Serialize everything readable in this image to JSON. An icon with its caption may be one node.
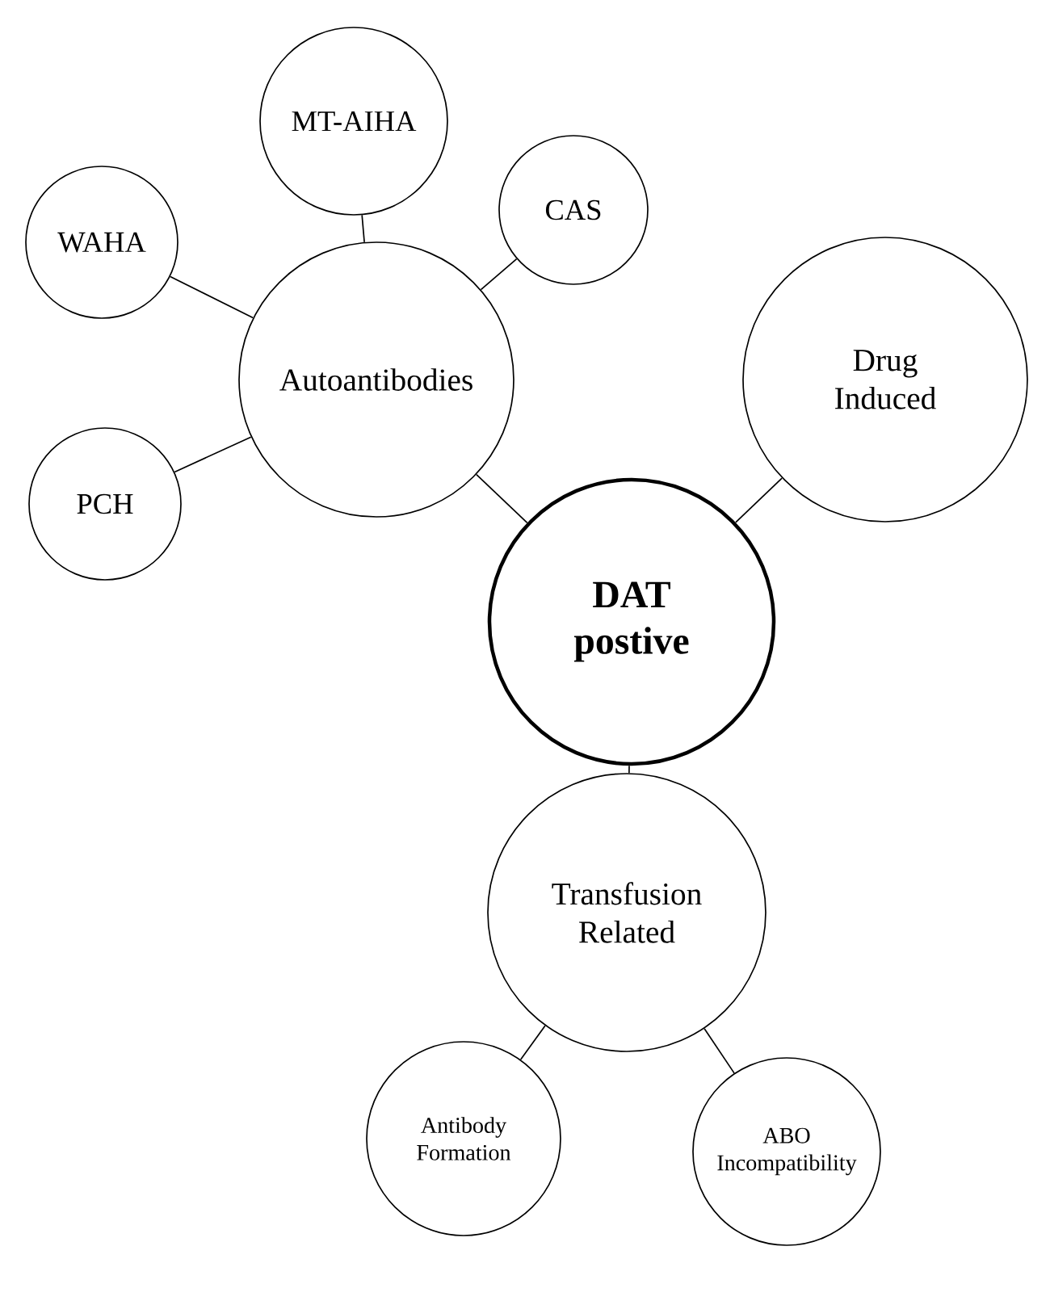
{
  "diagram": {
    "nodes": [
      {
        "text": [
          "MT-AIHA"
        ]
      },
      {
        "text": [
          "WAHA"
        ]
      },
      {
        "text": [
          "CAS"
        ]
      },
      {
        "text": [
          "Autoantibodies"
        ]
      },
      {
        "text": [
          "Drug Induced"
        ]
      },
      {
        "text": [
          "PCH"
        ]
      },
      {
        "text": [
          "DAT postive"
        ]
      },
      {
        "text": [
          "Transfusion Related"
        ]
      },
      {
        "text": [
          "Antibody Formation"
        ]
      },
      {
        "text": [
          "ABO Incompatibility"
        ]
      }
    ],
    "edges": [
      {
        "from": 0,
        "to": 3,
        "arrow": "none"
      },
      {
        "from": 1,
        "to": 3,
        "arrow": "none"
      },
      {
        "from": 2,
        "to": 3,
        "arrow": "none"
      },
      {
        "from": 5,
        "to": 3,
        "arrow": "none"
      },
      {
        "from": 3,
        "to": 6,
        "arrow": "none"
      },
      {
        "from": 4,
        "to": 6,
        "arrow": "none"
      },
      {
        "from": 6,
        "to": 7,
        "arrow": "none"
      },
      {
        "from": 7,
        "to": 8,
        "arrow": "none"
      },
      {
        "from": 7,
        "to": 9,
        "arrow": "none"
      }
    ]
  }
}
